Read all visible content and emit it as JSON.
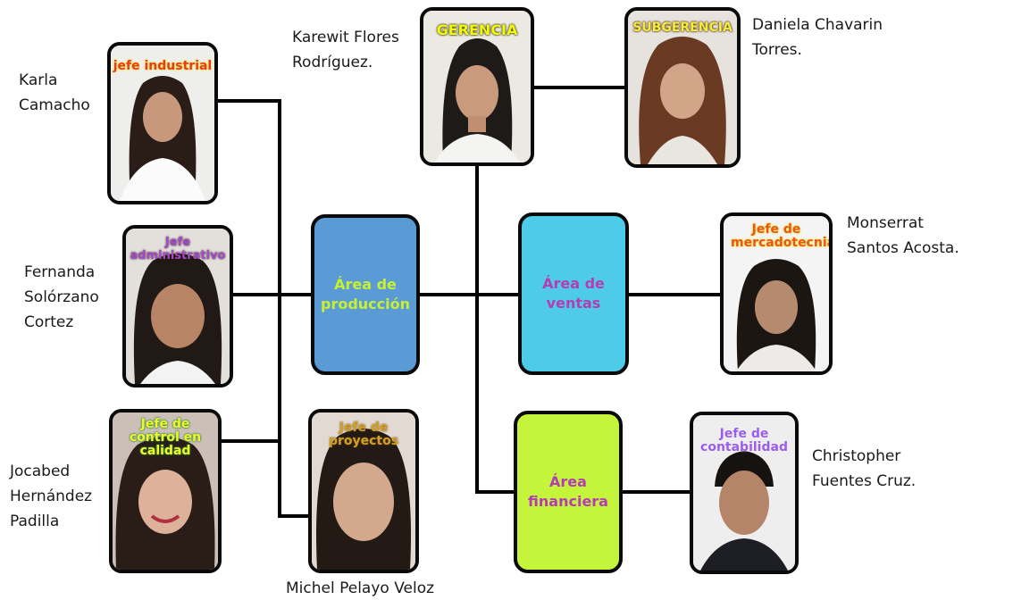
{
  "people": {
    "gerencia": {
      "role": "GERENCIA",
      "name": "Karewit Flores\nRodríguez."
    },
    "subgerencia": {
      "role": "SUBGERENCIA",
      "name": "Daniela Chavarin\nTorres."
    },
    "jefe_industrial": {
      "role": "jefe industrial",
      "name": "Karla\nCamacho"
    },
    "jefe_administrativo": {
      "role": "Jefe administrativo",
      "name": "Fernanda\nSolórzano\nCortez"
    },
    "jefe_control_calidad": {
      "role": "Jefe de control en calidad",
      "name": "Jocabed\nHernández\nPadilla"
    },
    "jefe_proyectos": {
      "role": "Jefe de proyectos",
      "name": "Michel Pelayo Veloz"
    },
    "jefe_mercadotecnia": {
      "role": "Jefe de mercadotecnia",
      "name": "Monserrat\nSantos Acosta."
    },
    "jefe_contabilidad": {
      "role": "Jefe de contabilidad",
      "name": "Christopher\nFuentes Cruz."
    }
  },
  "areas": {
    "produccion": {
      "label": "Área de producción",
      "color": "#5b9bd5"
    },
    "ventas": {
      "label": "Área de ventas",
      "color": "#4ecbe8"
    },
    "financiera": {
      "label": "Área financiera",
      "color": "#c5f53b"
    }
  },
  "colors": {
    "line": "#000000",
    "gerencia_label": "#f7f70a",
    "subgerencia_label": "#f0f03c",
    "industrial_label": "#e63c1e",
    "administrativo_label": "#a44cc8",
    "calidad_label": "#f5f52a",
    "proyectos_label": "#d2a028",
    "mercadotecnia_label": "#e8551e",
    "contabilidad_label": "#9b5cf0",
    "produccion_text": "#c8f032",
    "ventas_text": "#b43cb4",
    "financiera_text": "#b43cb4"
  }
}
